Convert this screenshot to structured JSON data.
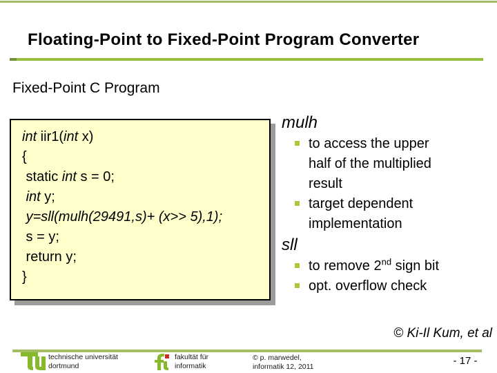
{
  "title_bar": {
    "title": "Floating-Point to Fixed-Point Program Converter"
  },
  "subtitle": "Fixed-Point C Program",
  "code_box": {
    "lines": [
      [
        {
          "text": "int",
          "italic": true
        },
        {
          "text": " iir1(",
          "italic": false
        },
        {
          "text": "int",
          "italic": true
        },
        {
          "text": " x)",
          "italic": false
        }
      ],
      [
        {
          "text": "{",
          "italic": false
        }
      ],
      [
        {
          "text": " static ",
          "italic": false
        },
        {
          "text": "int",
          "italic": true
        },
        {
          "text": " s = 0;",
          "italic": false
        }
      ],
      [
        {
          "text": " ",
          "italic": false
        },
        {
          "text": "int",
          "italic": true
        },
        {
          "text": " y;",
          "italic": false
        }
      ],
      [
        {
          "text": " ",
          "italic": false
        },
        {
          "text": "y=sll(mulh(29491,s)+ (x>> 5),1);",
          "italic": true
        }
      ],
      [
        {
          "text": " s = y;",
          "italic": false
        }
      ],
      [
        {
          "text": " return y;",
          "italic": false
        }
      ],
      [
        {
          "text": "}",
          "italic": false
        }
      ]
    ]
  },
  "right_column": {
    "sections": [
      {
        "heading": "mulh",
        "items": [
          {
            "lines": [
              "to access the upper",
              "half of the multiplied",
              "result"
            ]
          },
          {
            "lines": [
              "target dependent",
              "implementation"
            ]
          }
        ]
      },
      {
        "heading": "sll",
        "items": [
          {
            "pre": "to remove 2",
            "sup": "nd",
            "post": " sign bit"
          },
          {
            "lines": [
              "opt. overflow check"
            ]
          }
        ]
      }
    ]
  },
  "attribution": "© Ki-Il Kum, et al",
  "footer": {
    "university": {
      "logo": "tu",
      "line1": "technische universität",
      "line2": "dortmund"
    },
    "faculty": {
      "logo": "fi",
      "line1": "fakultät für",
      "line2": "informatik"
    },
    "credit": {
      "line1": "© p. marwedel,",
      "line2": "informatik 12,  2011"
    },
    "page_number": "- 17 -"
  },
  "colors": {
    "line_green": "#A4BC62",
    "underline_green": "#95BE3F",
    "bullet_green": "#A9C837",
    "logo_green": "#86B92C",
    "logo_red": "#CC2A1E",
    "code_bg": "#FFFFCC",
    "code_border": "#000000",
    "code_shadow": "#9C9C9C"
  }
}
